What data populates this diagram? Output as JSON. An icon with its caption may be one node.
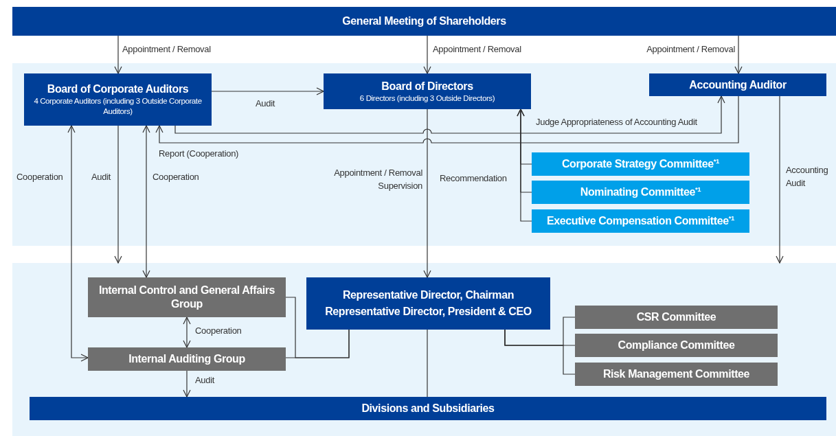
{
  "diagram": {
    "nodes": [
      {
        "text": [
          "General Meeting of Shareholders"
        ]
      },
      {
        "text": [],
        "shape": "box"
      },
      {
        "text": [
          "Board of Corporate Auditors",
          "4 Corporate Auditors (including 3 Outside Corporate Auditors)"
        ],
        "in": 1
      },
      {
        "text": [
          "Board of Directors",
          "6 Directors (including 3 Outside Directors)"
        ],
        "in": 1
      },
      {
        "text": [
          "Accounting Auditor"
        ],
        "in": 1
      },
      {
        "text": [
          "Corporate Strategy Committee$^{*1}$"
        ],
        "in": 1
      },
      {
        "text": [
          "Nominating Committee$^{*1}$"
        ],
        "in": 1
      },
      {
        "text": [
          "Executive Compensation Committee$^{*1}$"
        ],
        "in": 1
      },
      {
        "text": [],
        "shape": "box"
      },
      {
        "text": [
          "Internal Control and General Affairs Group"
        ],
        "in": 8
      },
      {
        "text": [
          "Representative Director, Chairman",
          "Representative Director, President & CEO"
        ],
        "in": 8
      },
      {
        "text": [
          "Internal Auditing Group"
        ],
        "in": 8
      },
      {
        "text": [
          "CSR Committee"
        ],
        "in": 8
      },
      {
        "text": [
          "Compliance Committee"
        ],
        "in": 8
      },
      {
        "text": [
          "Risk Management Committee"
        ],
        "in": 8
      },
      {
        "text": [
          "Divisions and Subsidiaries"
        ],
        "in": 8
      }
    ],
    "edges": [
      {
        "from": 0,
        "to": 2,
        "arrow": "to",
        "label": "Appointment / Removal"
      },
      {
        "from": 0,
        "to": 3,
        "arrow": "to",
        "label": "Appointment / Removal"
      },
      {
        "from": 0,
        "to": 4,
        "arrow": "to",
        "label": "Appointment / Removal"
      },
      {
        "from": 2,
        "to": 3,
        "arrow": "to",
        "label": "Audit"
      },
      {
        "from": 2,
        "to": 4,
        "arrow": "to",
        "label": "Judge Appropriateness of Accounting Audit"
      },
      {
        "from": 4,
        "to": 2,
        "arrow": "to",
        "label": "Report (Cooperation)"
      },
      {
        "from": 3,
        "to": 10,
        "arrow": "to",
        "label": "Appointment / Removal Supervision"
      },
      {
        "from": 5,
        "to": 3,
        "arrow": "to"
      },
      {
        "from": 6,
        "to": 3,
        "arrow": "to",
        "label": "Recommendation"
      },
      {
        "from": 7,
        "to": 3,
        "arrow": "to"
      },
      {
        "from": 2,
        "to": 8,
        "arrow": "to",
        "label": "Audit"
      },
      {
        "from": 2,
        "to": 11,
        "arrow": "both",
        "label": "Cooperation"
      },
      {
        "from": 2,
        "to": 9,
        "arrow": "both",
        "label": "Cooperation"
      },
      {
        "from": 4,
        "to": 8,
        "arrow": "to",
        "label": "Accounting Audit"
      },
      {
        "from": 9,
        "to": 11,
        "arrow": "both",
        "label": "Cooperation"
      },
      {
        "from": 11,
        "to": 15,
        "arrow": "to",
        "label": "Audit"
      },
      {
        "from": 10,
        "to": 9,
        "arrow": "none"
      },
      {
        "from": 10,
        "to": 11,
        "arrow": "none"
      },
      {
        "from": 10,
        "to": 15,
        "arrow": "none"
      },
      {
        "from": 10,
        "to": 12,
        "arrow": "none"
      },
      {
        "from": 10,
        "to": 13,
        "arrow": "none"
      },
      {
        "from": 10,
        "to": 14,
        "arrow": "none"
      }
    ]
  }
}
